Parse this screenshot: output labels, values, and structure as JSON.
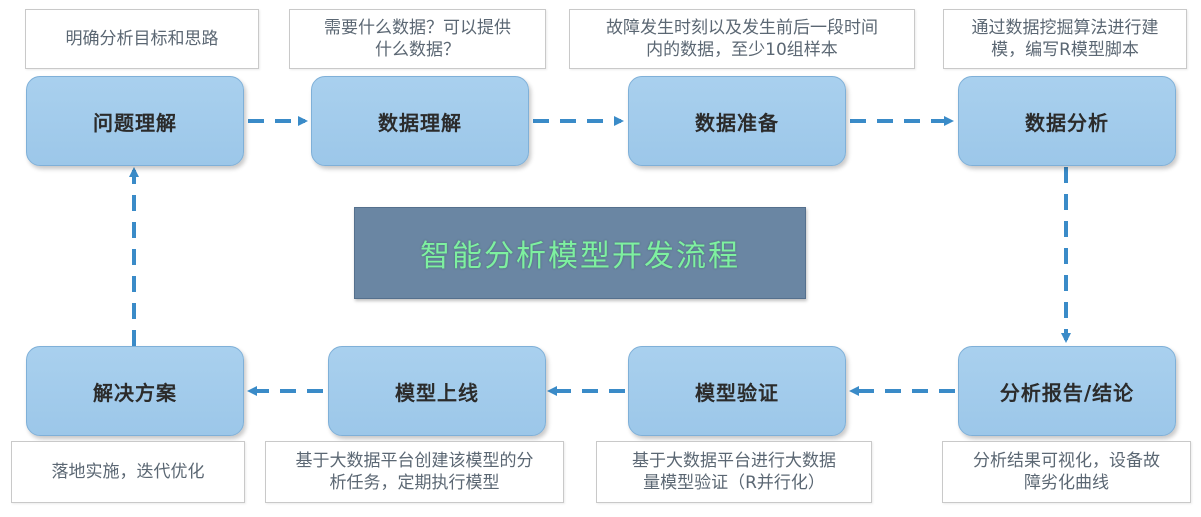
{
  "title": "智能分析模型开发流程",
  "colors": {
    "step_fill": "#a4cdec",
    "arrow": "#3a8bc8",
    "title_bg": "#6a86a3",
    "title_text": "#7ef0a0"
  },
  "steps": [
    {
      "label": "问题理解",
      "note": "明确分析目标和思路"
    },
    {
      "label": "数据理解",
      "note": "需要什么数据？可以提供\n什么数据？"
    },
    {
      "label": "数据准备",
      "note": "故障发生时刻以及发生前后一段时间\n内的数据，至少10组样本"
    },
    {
      "label": "数据分析",
      "note": "通过数据挖掘算法进行建\n模，编写R模型脚本"
    },
    {
      "label": "分析报告/结论",
      "note": "分析结果可视化，设备故\n障劣化曲线"
    },
    {
      "label": "模型验证",
      "note": "基于大数据平台进行大数据\n量模型验证（R并行化）"
    },
    {
      "label": "模型上线",
      "note": "基于大数据平台创建该模型的分\n析任务，定期执行模型"
    },
    {
      "label": "解决方案",
      "note": "落地实施，迭代优化"
    }
  ]
}
